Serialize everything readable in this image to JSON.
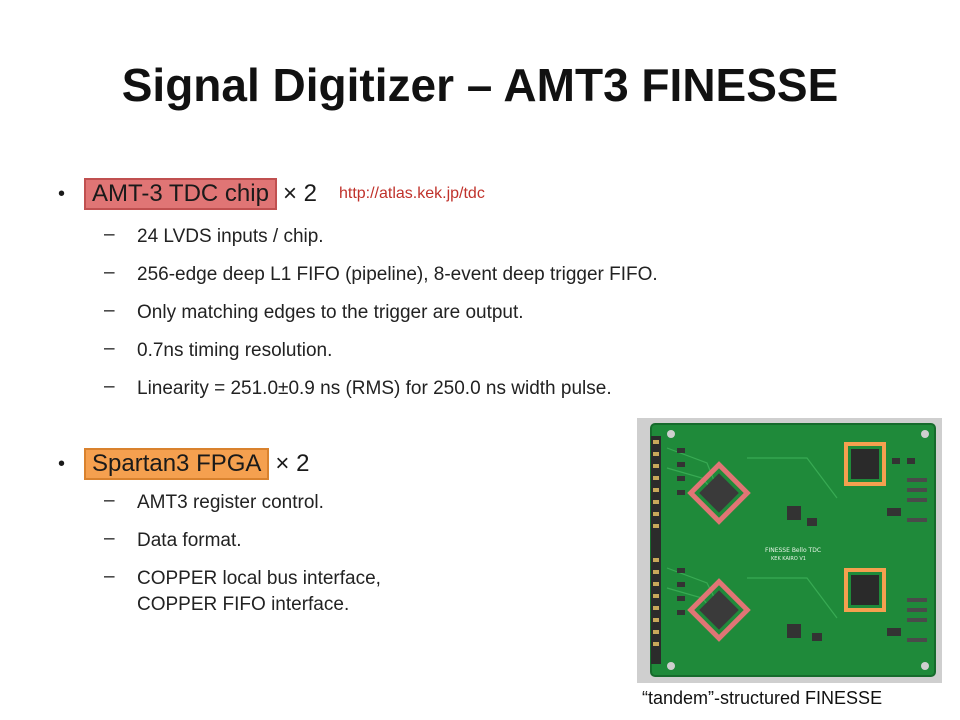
{
  "title": "Signal Digitizer – AMT3 FINESSE",
  "bullets": [
    {
      "chip": "AMT-3 TDC chip",
      "times": "× 2",
      "url": "http://atlas.kek.jp/tdc",
      "subs": [
        "24 LVDS inputs / chip.",
        "256-edge deep L1 FIFO (pipeline), 8-event deep trigger FIFO.",
        "Only matching edges to the trigger are output.",
        "0.7ns timing resolution.",
        "Linearity = 251.0±0.9 ns (RMS) for 250.0 ns width pulse."
      ]
    },
    {
      "chip": "Spartan3 FPGA",
      "times": "× 2",
      "subs": [
        "AMT3 register control.",
        "Data format.",
        "COPPER local bus interface,",
        "COPPER FIFO interface."
      ]
    }
  ],
  "photo": {
    "board_label": "FINESSE Bello TDC",
    "board_sublabel": "KEK KAIRO V1"
  },
  "caption": "“tandem”-structured FINESSE",
  "colors": {
    "chip_red": "#e07575",
    "chip_orange": "#f5a04f",
    "url_red": "#c0322b",
    "board_green": "#1f8a3a"
  }
}
